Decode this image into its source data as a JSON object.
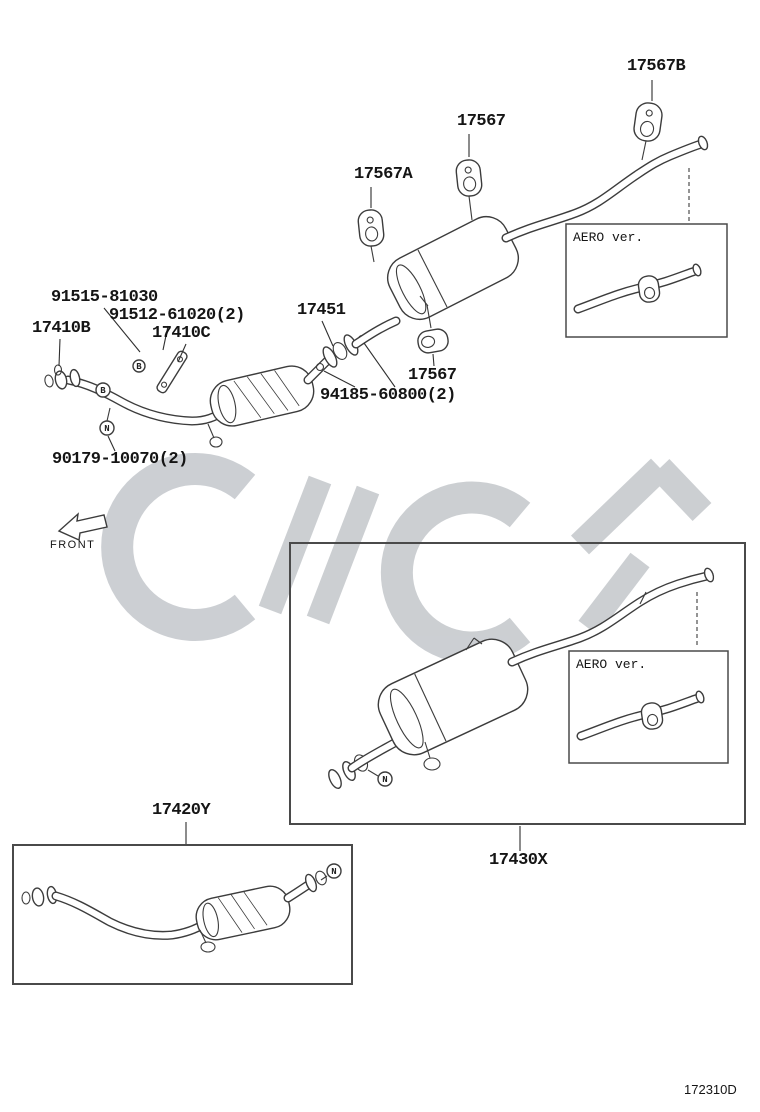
{
  "doc_id": "172310D",
  "callouts": {
    "p17567B": "17567B",
    "p17567_top": "17567",
    "p17567A": "17567A",
    "p91515": "91515-81030",
    "p91512": "91512-61020(2)",
    "p17410B": "17410B",
    "p17410C": "17410C",
    "p17451": "17451",
    "p17567_mid": "17567",
    "p94185": "94185-60800(2)",
    "p90179": "90179-10070(2)",
    "p17420Y": "17420Y",
    "p17430X": "17430X"
  },
  "annotations": {
    "front": "FRONT",
    "aero_top": "AERO ver.",
    "aero_bottom": "AERO ver.",
    "circle_b": "B",
    "circle_n": "N"
  }
}
